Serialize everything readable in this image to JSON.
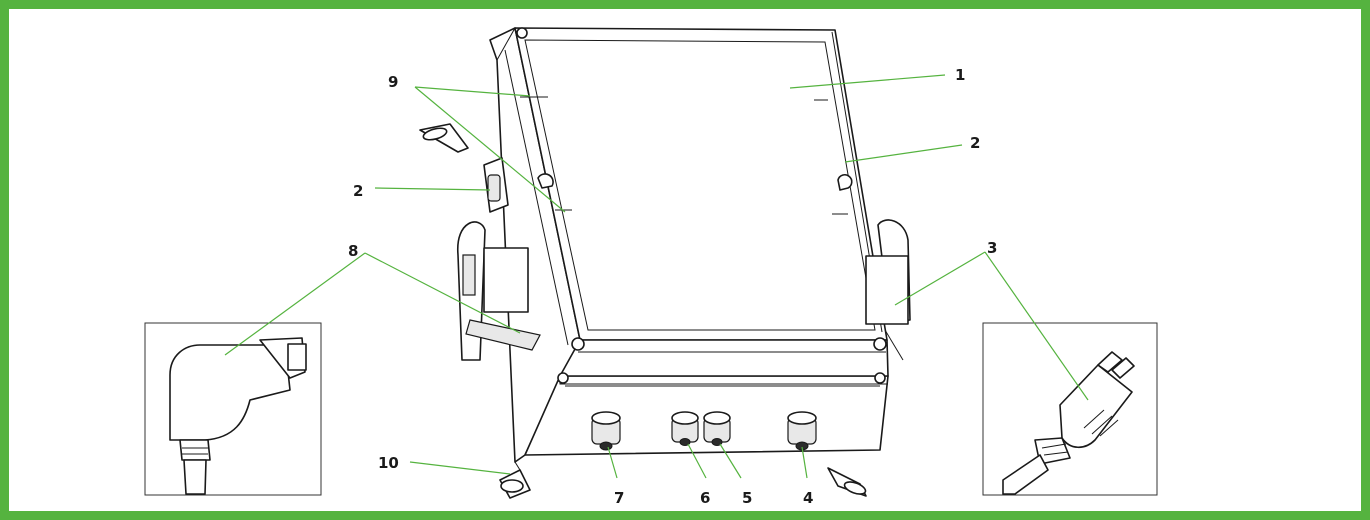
{
  "frame_color": "#55b33f",
  "callouts": {
    "c1": "1",
    "c2a": "2",
    "c2b": "2",
    "c3": "3",
    "c4": "4",
    "c5": "5",
    "c6": "6",
    "c7": "7",
    "c8": "8",
    "c9": "9",
    "c10": "10"
  },
  "parts": {
    "enclosure": "enclosure-box",
    "lid": "enclosure-lid",
    "mounting_feet": "mounting-feet",
    "cable_glands": "cable-glands",
    "inset_left": "right-angle-plug-detail",
    "inset_right": "straight-plug-detail"
  }
}
